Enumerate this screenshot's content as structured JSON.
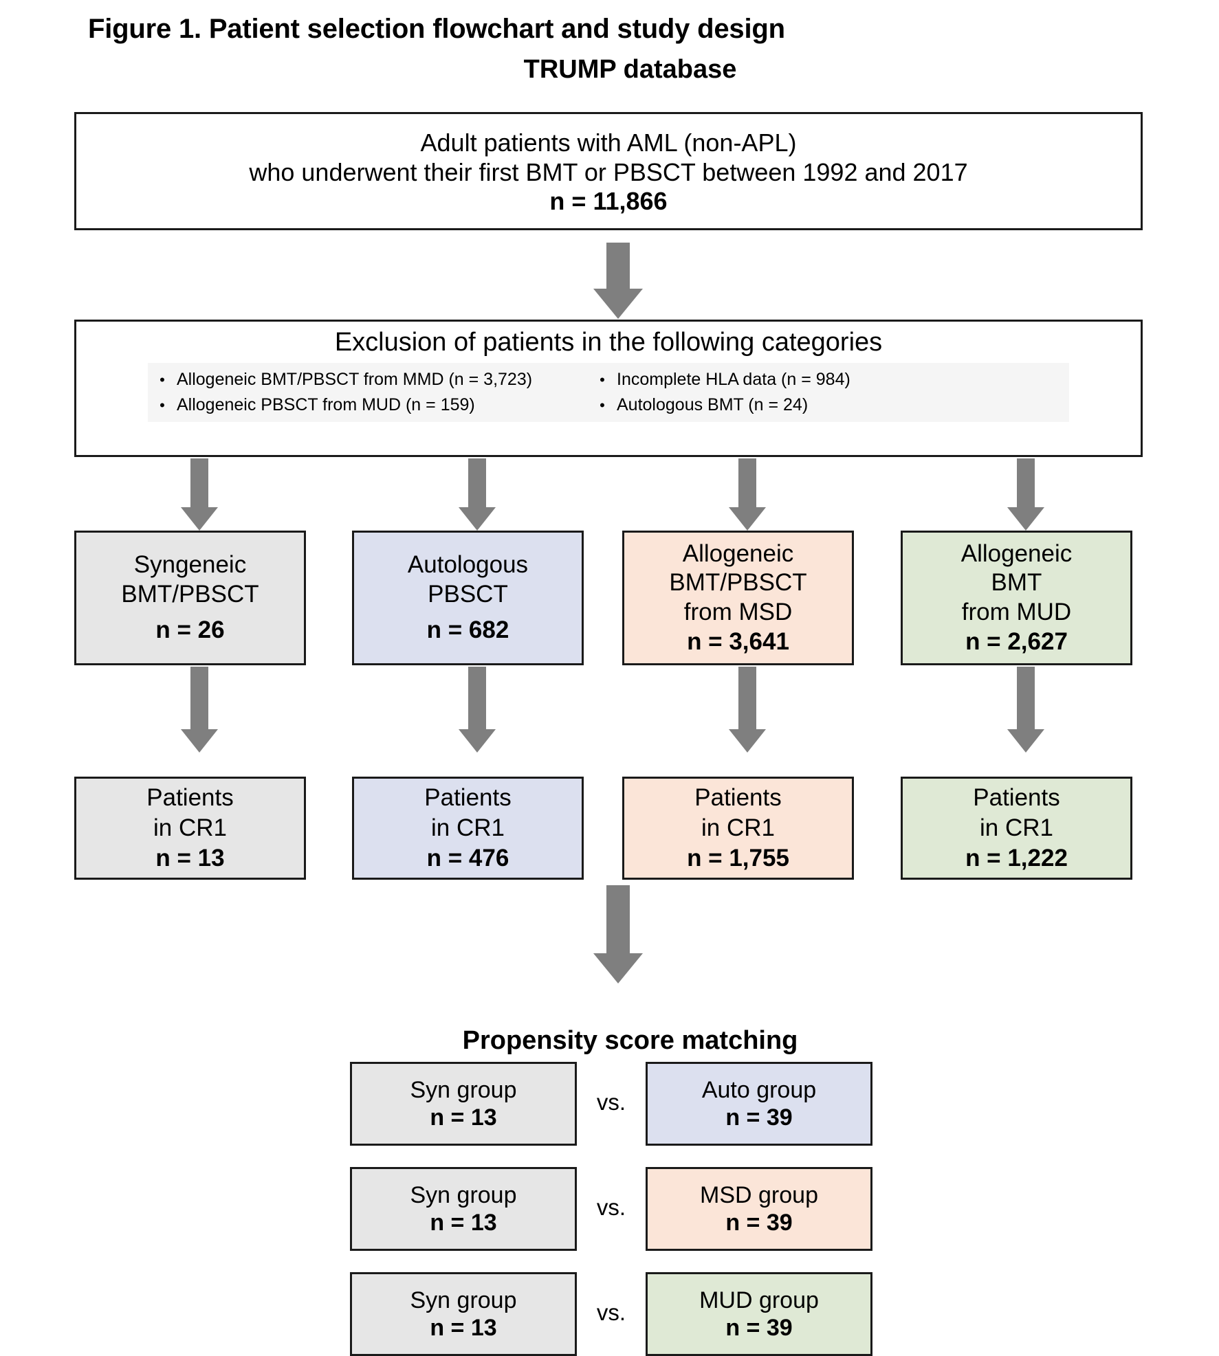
{
  "figure": {
    "title": "Figure 1. Patient selection flowchart and study design",
    "source_label": "TRUMP database"
  },
  "cohort": {
    "line1": "Adult patients with AML (non-APL)",
    "line2": "who underwent their first BMT or PBSCT between 1992 and 2017",
    "n": "n = 11,866"
  },
  "exclusion": {
    "heading": "Exclusion of patients in the following categories",
    "bullet_glyph": "•",
    "items": [
      "Allogeneic BMT/PBSCT from MMD (n = 3,723)",
      "Incomplete HLA data (n = 984)",
      "Allogeneic PBSCT from MUD (n = 159)",
      "Autologous BMT (n = 24)"
    ]
  },
  "groups": [
    {
      "l1": "Syngeneic",
      "l2": "BMT/PBSCT",
      "l3": "",
      "n": "n = 26",
      "color": "#e6e6e6"
    },
    {
      "l1": "Autologous",
      "l2": "PBSCT",
      "l3": "",
      "n": "n = 682",
      "color": "#dce0ef"
    },
    {
      "l1": "Allogeneic",
      "l2": "BMT/PBSCT",
      "l3": "from MSD",
      "n": "n = 3,641",
      "color": "#fbe5d8"
    },
    {
      "l1": "Allogeneic",
      "l2": "BMT",
      "l3": "from MUD",
      "n": "n = 2,627",
      "color": "#dfe9d5"
    }
  ],
  "cr1": [
    {
      "l1": "Patients",
      "l2": "in CR1",
      "n": "n = 13",
      "color": "#e6e6e6"
    },
    {
      "l1": "Patients",
      "l2": "in CR1",
      "n": "n = 476",
      "color": "#dce0ef"
    },
    {
      "l1": "Patients",
      "l2": "in CR1",
      "n": "n = 1,755",
      "color": "#fbe5d8"
    },
    {
      "l1": "Patients",
      "l2": "in CR1",
      "n": "n = 1,222",
      "color": "#dfe9d5"
    }
  ],
  "psm": {
    "title": "Propensity score matching",
    "vs_label": "vs.",
    "rows": [
      {
        "left_label": "Syn group",
        "left_n": "n = 13",
        "right_label": "Auto group",
        "right_n": "n = 39",
        "right_color": "#dce0ef"
      },
      {
        "left_label": "Syn group",
        "left_n": "n = 13",
        "right_label": "MSD group",
        "right_n": "n = 39",
        "right_color": "#fbe5d8"
      },
      {
        "left_label": "Syn group",
        "left_n": "n = 13",
        "right_label": "MUD group",
        "right_n": "n = 39",
        "right_color": "#dfe9d5"
      }
    ],
    "left_color": "#e6e6e6"
  },
  "colors": {
    "arrow": "#7f7f7f",
    "border": "#1a1a1a",
    "gray_fill": "#e6e6e6",
    "blue_fill": "#dce0ef",
    "peach_fill": "#fbe5d8",
    "green_fill": "#dfe9d5"
  }
}
